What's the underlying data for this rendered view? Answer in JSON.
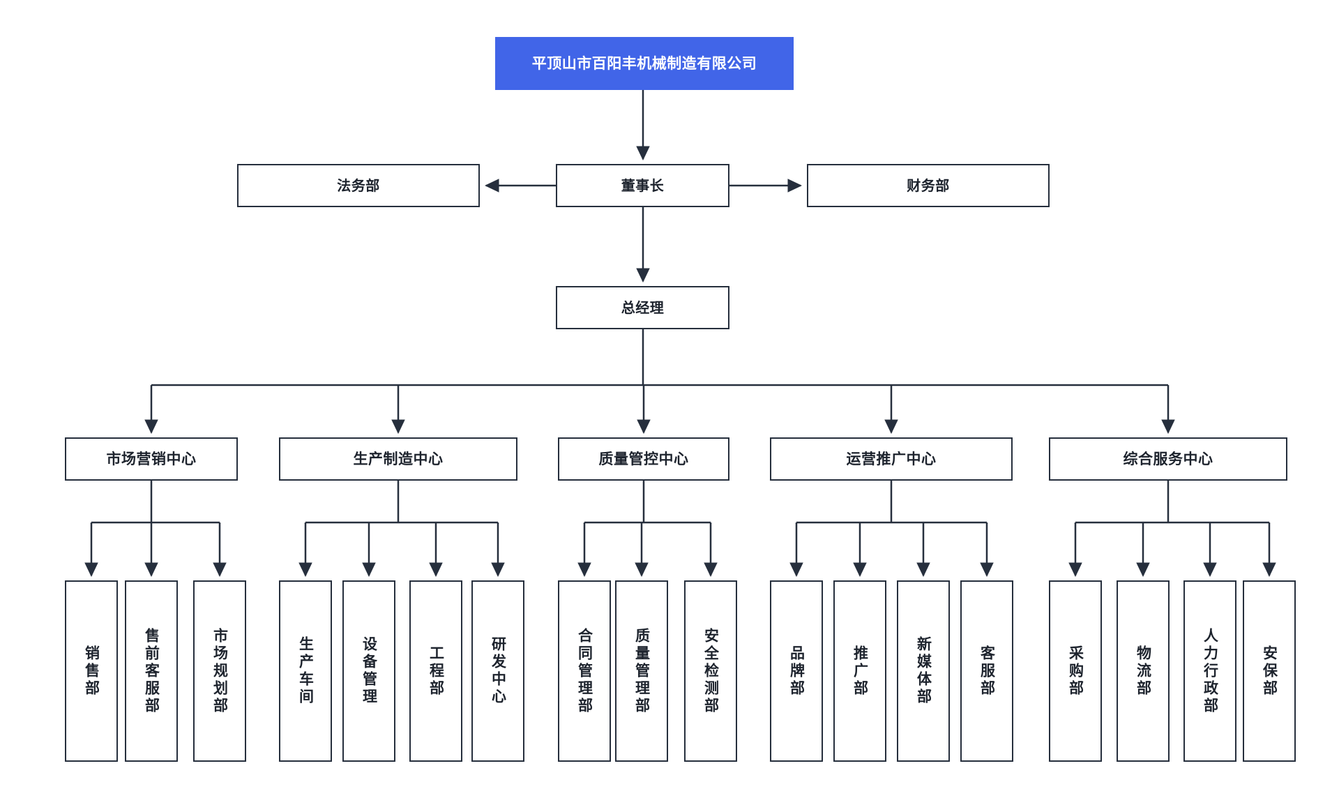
{
  "diagram": {
    "type": "org-chart",
    "title": "平顶山市百阳丰机械制造有限公司",
    "brand_color": "#4165e8",
    "line_color": "#262f3d",
    "background_color": "#ffffff"
  },
  "root": {
    "label": "平顶山市百阳丰机械制造有限公司"
  },
  "level2": {
    "left": {
      "label": "法务部"
    },
    "center": {
      "label": "董事长"
    },
    "right": {
      "label": "财务部"
    }
  },
  "level3": {
    "general_manager": {
      "label": "总经理"
    }
  },
  "centers": [
    {
      "label": "市场营销中心",
      "departments": [
        {
          "label": "销售部"
        },
        {
          "label": "售前客服部"
        },
        {
          "label": "市场规划部"
        }
      ]
    },
    {
      "label": "生产制造中心",
      "departments": [
        {
          "label": "生产车间"
        },
        {
          "label": "设备管理"
        },
        {
          "label": "工程部"
        },
        {
          "label": "研发中心"
        }
      ]
    },
    {
      "label": "质量管控中心",
      "departments": [
        {
          "label": "合同管理部"
        },
        {
          "label": "质量管理部"
        },
        {
          "label": "安全检测部"
        }
      ]
    },
    {
      "label": "运营推广中心",
      "departments": [
        {
          "label": "品牌部"
        },
        {
          "label": "推广部"
        },
        {
          "label": "新媒体部"
        },
        {
          "label": "客服部"
        }
      ]
    },
    {
      "label": "综合服务中心",
      "departments": [
        {
          "label": "采购部"
        },
        {
          "label": "物流部"
        },
        {
          "label": "人力行政部"
        },
        {
          "label": "安保部"
        }
      ]
    }
  ]
}
